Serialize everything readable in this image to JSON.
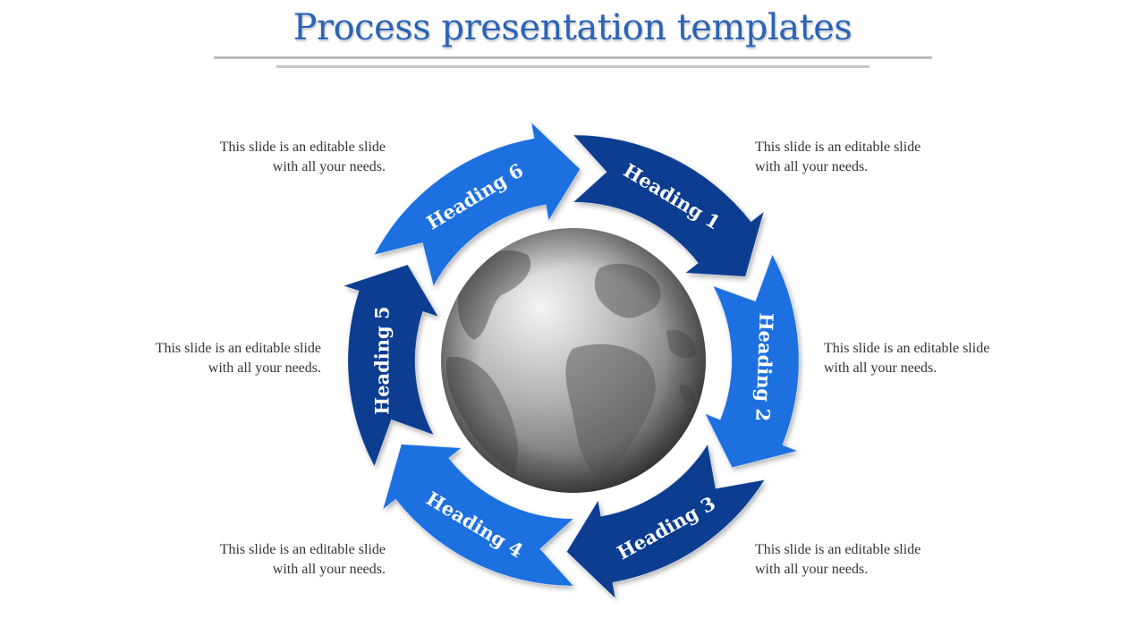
{
  "title": "Process presentation templates",
  "colors": {
    "title": "#2a63b8",
    "dark_blue": "#0b3d91",
    "bright_blue": "#1f6fe0",
    "text": "#333333"
  },
  "segments": [
    {
      "heading": "Heading 1",
      "desc_line1": "This slide is an editable slide",
      "desc_line2": "with all your needs."
    },
    {
      "heading": "Heading 2",
      "desc_line1": "This slide is an editable slide",
      "desc_line2": "with all your needs."
    },
    {
      "heading": "Heading 3",
      "desc_line1": "This slide is an editable slide",
      "desc_line2": "with all your needs."
    },
    {
      "heading": "Heading 4",
      "desc_line1": "This slide is an editable slide",
      "desc_line2": "with all your needs."
    },
    {
      "heading": "Heading 5",
      "desc_line1": "This slide is an editable slide",
      "desc_line2": "with all your needs."
    },
    {
      "heading": "Heading 6",
      "desc_line1": "This slide is an editable slide",
      "desc_line2": "with all your needs."
    }
  ]
}
